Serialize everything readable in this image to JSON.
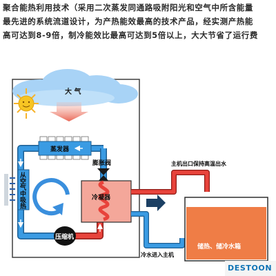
{
  "intro": {
    "line1": "聚合能热利用技术（采用二次蒸发同通路吸附阳光和空气中所含能量",
    "line2": "最先进的系统流道设计，为产热能效最高的技术产品，经实测产热能",
    "line3": "高可达到8-9倍，制冷能效比最高可达到5倍以上，大大节省了运行费"
  },
  "labels": {
    "atmosphere": "大 气",
    "evaporator": "蒸发器",
    "expansion_valve": "膨胀阀",
    "condenser": "冷凝器",
    "compressor": "压缩机",
    "air_intake": [
      "从",
      "空",
      "气",
      "中",
      "吸",
      "热"
    ],
    "hot_water_out": "主机出口保持高温出水",
    "cold_water_in": "冷水进入主机",
    "storage_tank": "储热、储冷水箱"
  },
  "watermark": "DESTOON",
  "colors": {
    "hot_pipe": "#e8433b",
    "cold_pipe": "#3a9be3",
    "pipe_outline": "#1e5f93",
    "box_outline": "#3f3f3f",
    "tank_water": "#ef7d46",
    "condenser_fill": "#f4a79a",
    "compressor_fill": "#121212",
    "cloud_fill": "#a8d3f6",
    "sun_fill": "#f7c523",
    "watermark_color": "#0f73b5"
  },
  "icons": [
    "sun-icon",
    "cloud-icon",
    "fan-icon",
    "flow-arrow-icon",
    "circular-arrow-icon"
  ]
}
